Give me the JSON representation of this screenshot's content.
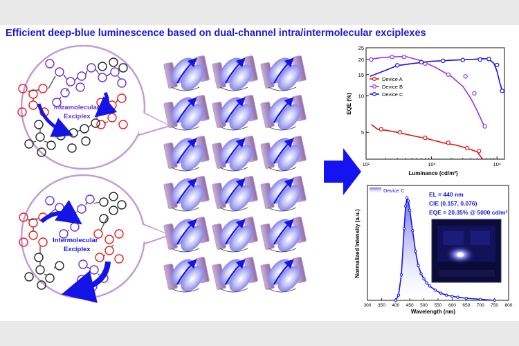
{
  "header": {
    "title": "Efficient deep-blue luminescence based on dual-channel intra/intermolecular exciplexes"
  },
  "diagram": {
    "intra_label_1": "Intramolecular",
    "intra_label_2": "Exciplex",
    "inter_label_1": "Intermolecular",
    "inter_label_2": "Exciplex"
  },
  "colors": {
    "title": "#1a1ad8",
    "device_a": "#e01010",
    "device_b": "#9b2fe0",
    "device_c": "#1414e0",
    "bubble_border": "#c39bd6",
    "arrow": "#1414e8",
    "molecule_red": "#e51c1c",
    "molecule_purple": "#6b2fd6",
    "molecule_black": "#222222"
  },
  "chart_data": [
    {
      "type": "line",
      "xlabel": "Luminance (cd/m²)",
      "ylabel": "EQE (%)",
      "x_scale": "log",
      "y_scale": "log",
      "xlim": [
        100,
        13000
      ],
      "ylim": [
        3,
        25
      ],
      "x_ticks": [
        "10²",
        "10³",
        "10⁴"
      ],
      "y_ticks": [
        "5",
        "10",
        "15",
        "20",
        "25"
      ],
      "legend_position": "left-middle",
      "series": [
        {
          "name": "Device A",
          "color": "#e01010",
          "points": [
            [
              120,
              5.8
            ],
            [
              150,
              5.3
            ],
            [
              200,
              5.2
            ],
            [
              300,
              5.0
            ],
            [
              500,
              4.7
            ],
            [
              900,
              4.4
            ],
            [
              1500,
              4.1
            ],
            [
              2500,
              3.9
            ],
            [
              4000,
              3.6
            ],
            [
              5000,
              3.45
            ],
            [
              5500,
              3.2
            ],
            [
              6000,
              2.9
            ]
          ],
          "markers": [
            [
              170,
              5.3
            ],
            [
              330,
              5.0
            ],
            [
              800,
              4.5
            ],
            [
              1800,
              4.1
            ],
            [
              3500,
              3.7
            ],
            [
              5300,
              3.5
            ]
          ]
        },
        {
          "name": "Device B",
          "color": "#9b2fe0",
          "points": [
            [
              110,
              20.0
            ],
            [
              170,
              20.7
            ],
            [
              250,
              21.0
            ],
            [
              400,
              21.2
            ],
            [
              700,
              19.5
            ],
            [
              1200,
              17.0
            ],
            [
              2000,
              14.5
            ],
            [
              3000,
              12.0
            ],
            [
              4000,
              9.5
            ],
            [
              5000,
              7.5
            ],
            [
              6500,
              5.5
            ]
          ],
          "markers": [
            [
              120,
              20.0
            ],
            [
              250,
              21.0
            ],
            [
              380,
              21.0
            ],
            [
              800,
              18.5
            ],
            [
              1800,
              15.0
            ],
            [
              3300,
              14.5
            ],
            [
              4500,
              10.5
            ],
            [
              6500,
              5.6
            ]
          ]
        },
        {
          "name": "Device C",
          "color": "#1414e0",
          "points": [
            [
              115,
              14.5
            ],
            [
              200,
              16.3
            ],
            [
              300,
              17.8
            ],
            [
              500,
              18.5
            ],
            [
              1000,
              19.3
            ],
            [
              2000,
              19.7
            ],
            [
              4000,
              20.0
            ],
            [
              6000,
              20.3
            ],
            [
              7500,
              20.2
            ],
            [
              9000,
              18.5
            ],
            [
              10000,
              16.0
            ],
            [
              11000,
              13.0
            ],
            [
              12000,
              11.0
            ]
          ],
          "markers": [
            [
              300,
              17.9
            ],
            [
              700,
              19.0
            ],
            [
              1500,
              19.5
            ],
            [
              3000,
              19.8
            ],
            [
              5500,
              20.0
            ],
            [
              7500,
              20.2
            ],
            [
              10000,
              18.0
            ],
            [
              12000,
              11.0
            ]
          ]
        }
      ]
    },
    {
      "type": "line",
      "xlabel": "Wavelength (nm)",
      "ylabel": "Normalized Intensity (a.u.)",
      "xlim": [
        300,
        800
      ],
      "ylim": [
        0,
        1.0
      ],
      "x_ticks": [
        "300",
        "350",
        "400",
        "450",
        "500",
        "550",
        "600",
        "650",
        "700",
        "750",
        "800"
      ],
      "legend": "Device C",
      "annotations": [
        "EL = 440 nm",
        "CIE (0.157, 0.076)",
        "EQE = 20.35% @ 5000 cd/m²"
      ],
      "series": [
        {
          "name": "Device C",
          "color": "#1414e0",
          "x": [
            400,
            410,
            420,
            430,
            435,
            440,
            445,
            450,
            460,
            470,
            480,
            490,
            500,
            510,
            520,
            540,
            560,
            580,
            600,
            620,
            650,
            700,
            750
          ],
          "y": [
            0.0,
            0.05,
            0.25,
            0.7,
            0.92,
            1.0,
            0.97,
            0.88,
            0.68,
            0.48,
            0.34,
            0.26,
            0.21,
            0.17,
            0.14,
            0.1,
            0.07,
            0.05,
            0.04,
            0.03,
            0.02,
            0.01,
            0.0
          ]
        }
      ]
    }
  ]
}
